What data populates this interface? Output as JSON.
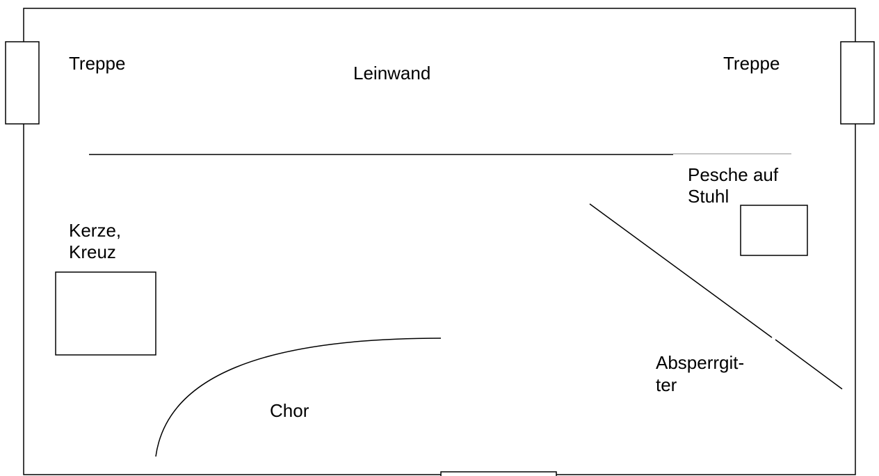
{
  "labels": {
    "stairs_left": "Treppe",
    "screen": "Leinwand",
    "stairs_right": "Treppe",
    "pesche_line1": "Pesche auf",
    "pesche_line2": "Stuhl",
    "candle_line1": "Kerze,",
    "candle_line2": "Kreuz",
    "barrier_line1": "Absperrgit-",
    "barrier_line2": "ter",
    "choir": "Chor"
  },
  "colors": {
    "stroke": "#000000",
    "text": "#000000",
    "background": "#ffffff"
  }
}
